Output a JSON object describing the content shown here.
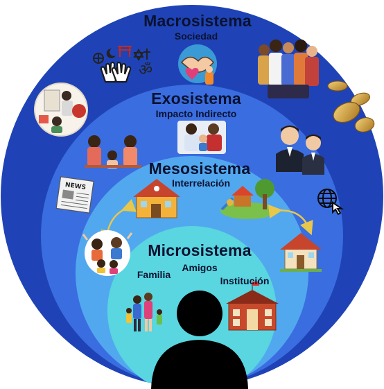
{
  "rings": {
    "macro": {
      "title": "Macrosistema",
      "subtitle": "Sociedad",
      "color": "#1f43b6"
    },
    "exo": {
      "title": "Exosistema",
      "subtitle": "Impacto Indirecto",
      "color": "#3a6de0"
    },
    "meso": {
      "title": "Mesosistema",
      "subtitle": "Interrelación",
      "color": "#52a8ef"
    },
    "micro": {
      "title": "Microsistema",
      "color": "#59d6e0",
      "items": {
        "familia": "Familia",
        "amigos": "Amigos",
        "institucion": "Institución"
      }
    }
  },
  "person_color": "#000000",
  "icons": {
    "religion_symbols": "religion-symbols-icon",
    "helping_hands": "helping-hands-icon",
    "diverse_people": "diverse-people-group-icon",
    "work_meeting": "work-meeting-icon",
    "coins": "coins-icon",
    "family_conflict": "family-conflict-icon",
    "parent_child": "parent-child-talk-icon",
    "business_men": "business-men-icon",
    "newspaper": "newspaper-icon",
    "school": "school-icon",
    "playground": "playground-icon",
    "internet": "internet-icon",
    "happy_family": "happy-family-icon",
    "house": "house-icon",
    "family_walk": "family-walking-icon",
    "institution_building": "institution-building-icon",
    "person": "person-silhouette-icon"
  }
}
